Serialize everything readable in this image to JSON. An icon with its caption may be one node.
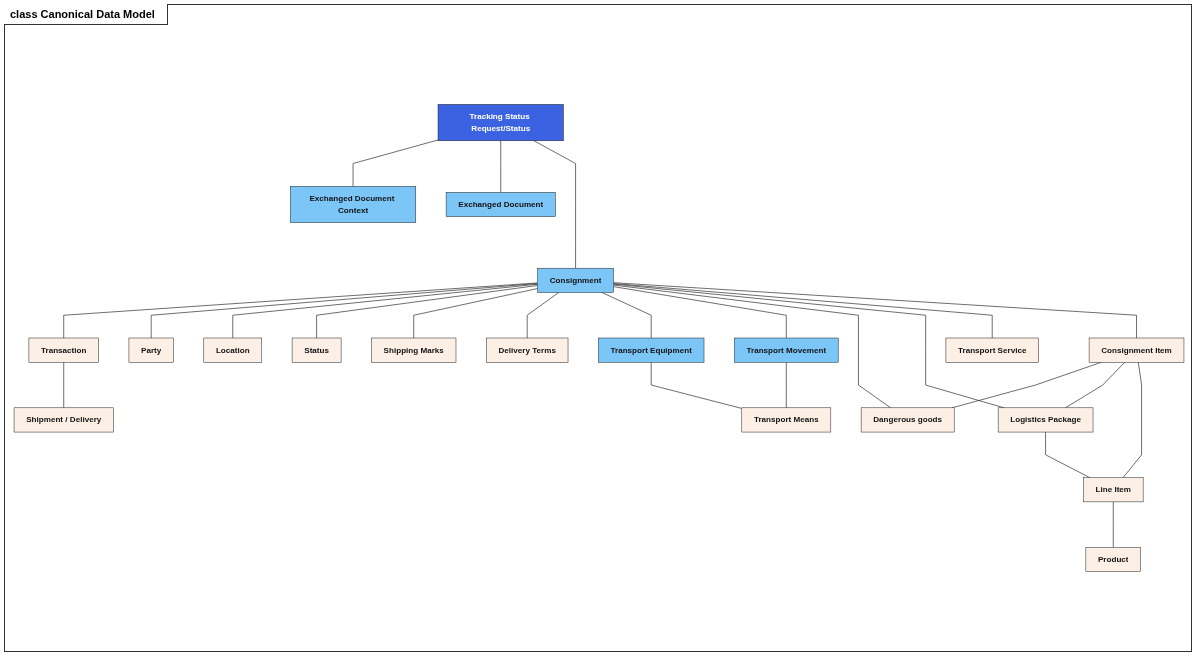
{
  "diagram": {
    "title": "class Canonical Data Model",
    "nodes": [
      {
        "text": [
          "Tracking Status Request/Status"
        ]
      },
      {
        "text": [
          "Exchanged Document Context"
        ]
      },
      {
        "text": [
          "Exchanged Document"
        ]
      },
      {
        "text": [
          "Consignment"
        ]
      },
      {
        "text": [
          "Transaction"
        ]
      },
      {
        "text": [
          "Shipment / Delivery"
        ]
      },
      {
        "text": [
          "Party"
        ]
      },
      {
        "text": [
          "Location"
        ]
      },
      {
        "text": [
          "Status"
        ]
      },
      {
        "text": [
          "Shipping Marks"
        ]
      },
      {
        "text": [
          "Delivery Terms"
        ]
      },
      {
        "text": [
          "Transport Equipment"
        ]
      },
      {
        "text": [
          "Transport Movement"
        ]
      },
      {
        "text": [
          "Dangerous goods"
        ]
      },
      {
        "text": [
          "Logistics Package"
        ]
      },
      {
        "text": [
          "Transport Service"
        ]
      },
      {
        "text": [
          "Consignment Item"
        ]
      },
      {
        "text": [
          "Transport Means"
        ]
      },
      {
        "text": [
          "Line Item"
        ]
      },
      {
        "text": [
          "Product"
        ]
      }
    ],
    "edges": [
      {
        "from": 0,
        "to": 1,
        "arrow": "none"
      },
      {
        "from": 0,
        "to": 2,
        "arrow": "none"
      },
      {
        "from": 0,
        "to": 3,
        "arrow": "none"
      },
      {
        "from": 3,
        "to": 4,
        "arrow": "none"
      },
      {
        "from": 4,
        "to": 5,
        "arrow": "none"
      },
      {
        "from": 3,
        "to": 6,
        "arrow": "none"
      },
      {
        "from": 3,
        "to": 7,
        "arrow": "none"
      },
      {
        "from": 3,
        "to": 8,
        "arrow": "none"
      },
      {
        "from": 3,
        "to": 9,
        "arrow": "none"
      },
      {
        "from": 3,
        "to": 10,
        "arrow": "none"
      },
      {
        "from": 3,
        "to": 11,
        "arrow": "none"
      },
      {
        "from": 3,
        "to": 12,
        "arrow": "none"
      },
      {
        "from": 3,
        "to": 13,
        "arrow": "none"
      },
      {
        "from": 3,
        "to": 14,
        "arrow": "none"
      },
      {
        "from": 3,
        "to": 15,
        "arrow": "none"
      },
      {
        "from": 3,
        "to": 16,
        "arrow": "none"
      },
      {
        "from": 11,
        "to": 17,
        "arrow": "none"
      },
      {
        "from": 12,
        "to": 17,
        "arrow": "none"
      },
      {
        "from": 14,
        "to": 18,
        "arrow": "none"
      },
      {
        "from": 18,
        "to": 19,
        "arrow": "none"
      },
      {
        "from": 16,
        "to": 13,
        "arrow": "none"
      },
      {
        "from": 16,
        "to": 14,
        "arrow": "none"
      },
      {
        "from": 16,
        "to": 18,
        "arrow": "none"
      }
    ]
  }
}
